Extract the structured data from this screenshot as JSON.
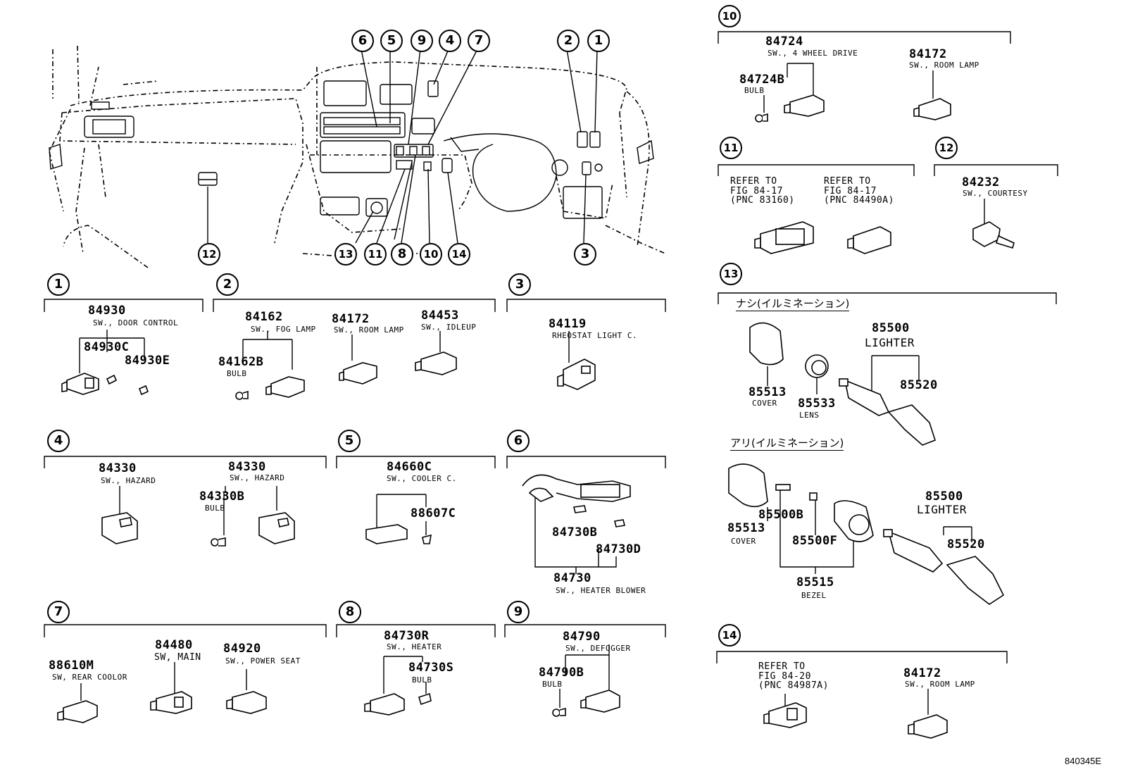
{
  "diagram_code": "840345E",
  "overview": {
    "callouts_top": [
      "6",
      "5",
      "9",
      "4",
      "7",
      "2",
      "1"
    ],
    "callouts_bottom": [
      "12",
      "13",
      "11",
      "8",
      "10",
      "14",
      "3"
    ]
  },
  "sections": {
    "s1": {
      "num": "1",
      "p84930": "84930",
      "d84930": "SW., DOOR CONTROL",
      "p84930c": "84930C",
      "p84930e": "84930E"
    },
    "s2": {
      "num": "2",
      "p84162": "84162",
      "d84162": "SW., FOG LAMP",
      "p84162b": "84162B",
      "dbulb": "BULB",
      "p84172": "84172",
      "d84172": "SW., ROOM LAMP",
      "p84453": "84453",
      "d84453": "SW., IDLEUP"
    },
    "s3": {
      "num": "3",
      "p84119": "84119",
      "d84119": "RHEOSTAT LIGHT C."
    },
    "s4": {
      "num": "4",
      "p84330a": "84330",
      "d84330a": "SW., HAZARD",
      "p84330b": "84330",
      "d84330b": "SW., HAZARD",
      "p84330bb": "84330B",
      "dbulb": "BULB"
    },
    "s5": {
      "num": "5",
      "p84660c": "84660C",
      "d84660c": "SW., COOLER C.",
      "p88607c": "88607C"
    },
    "s6": {
      "num": "6",
      "p84730b": "84730B",
      "p84730d": "84730D",
      "p84730": "84730",
      "d84730": "SW., HEATER BLOWER"
    },
    "s7": {
      "num": "7",
      "p88610m": "88610M",
      "d88610m": "SW, REAR COOLOR",
      "p84480": "84480",
      "d84480": "SW, MAIN",
      "p84920": "84920",
      "d84920": "SW., POWER SEAT"
    },
    "s8": {
      "num": "8",
      "p84730r": "84730R",
      "d84730r": "SW., HEATER",
      "p84730s": "84730S",
      "dbulb": "BULB"
    },
    "s9": {
      "num": "9",
      "p84790": "84790",
      "d84790": "SW., DEFOGGER",
      "p84790b": "84790B",
      "dbulb": "BULB"
    },
    "s10": {
      "num": "10",
      "p84724": "84724",
      "d84724": "SW., 4 WHEEL DRIVE",
      "p84724b": "84724B",
      "dbulb": "BULB",
      "p84172": "84172",
      "d84172": "SW., ROOM LAMP"
    },
    "s11": {
      "num": "11",
      "ref1": "REFER TO\nFIG 84-17\n(PNC 83160)",
      "ref2": "REFER TO\nFIG 84-17\n(PNC 84490A)"
    },
    "s12": {
      "num": "12",
      "p84232": "84232",
      "d84232": "SW., COURTESY"
    },
    "s13": {
      "num": "13",
      "jp1": "ナシ(イルミネーション)",
      "p85500a": "85500",
      "dlighter_a": "LIGHTER",
      "p85513a": "85513",
      "dcover_a": "COVER",
      "p85533": "85533",
      "dlens": "LENS",
      "p85520a": "85520",
      "jp2": "アリ(イルミネーション)",
      "p85500b": "85500",
      "dlighter_b": "LIGHTER",
      "p85513b": "85513",
      "dcover_b": "COVER",
      "p85500bb": "85500B",
      "p85500f": "85500F",
      "p85515": "85515",
      "dbezel": "BEZEL",
      "p85520b": "85520"
    },
    "s14": {
      "num": "14",
      "ref": "REFER TO\nFIG 84-20\n(PNC 84987A)",
      "p84172": "84172",
      "d84172": "SW., ROOM LAMP"
    }
  }
}
